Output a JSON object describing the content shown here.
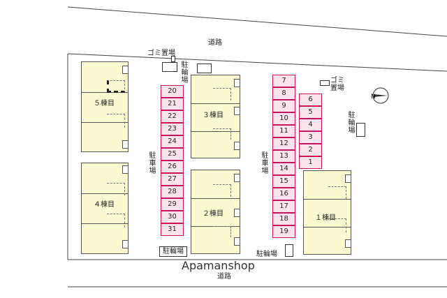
{
  "roads": {
    "top": "道路",
    "bottom": "道路"
  },
  "buildings": {
    "b5": "５棟目",
    "b4": "４棟目",
    "b3": "３棟目",
    "b2": "２棟目",
    "b1": "１棟目"
  },
  "parking": {
    "label": "駐車場",
    "left": [
      "20",
      "21",
      "22",
      "23",
      "24",
      "25",
      "26",
      "27",
      "28",
      "29",
      "30",
      "31"
    ],
    "middle": [
      "7",
      "8",
      "9",
      "10",
      "11",
      "12",
      "13",
      "14",
      "15",
      "16",
      "17",
      "18",
      "19"
    ],
    "right": [
      "6",
      "5",
      "4",
      "3",
      "2",
      "1"
    ]
  },
  "facilities": {
    "garbage_top": "ゴミ置場",
    "garbage_right": "ゴミ置場",
    "bicycle": "駐輪場"
  },
  "north_marker": "N",
  "watermark": "Apamanshop"
}
